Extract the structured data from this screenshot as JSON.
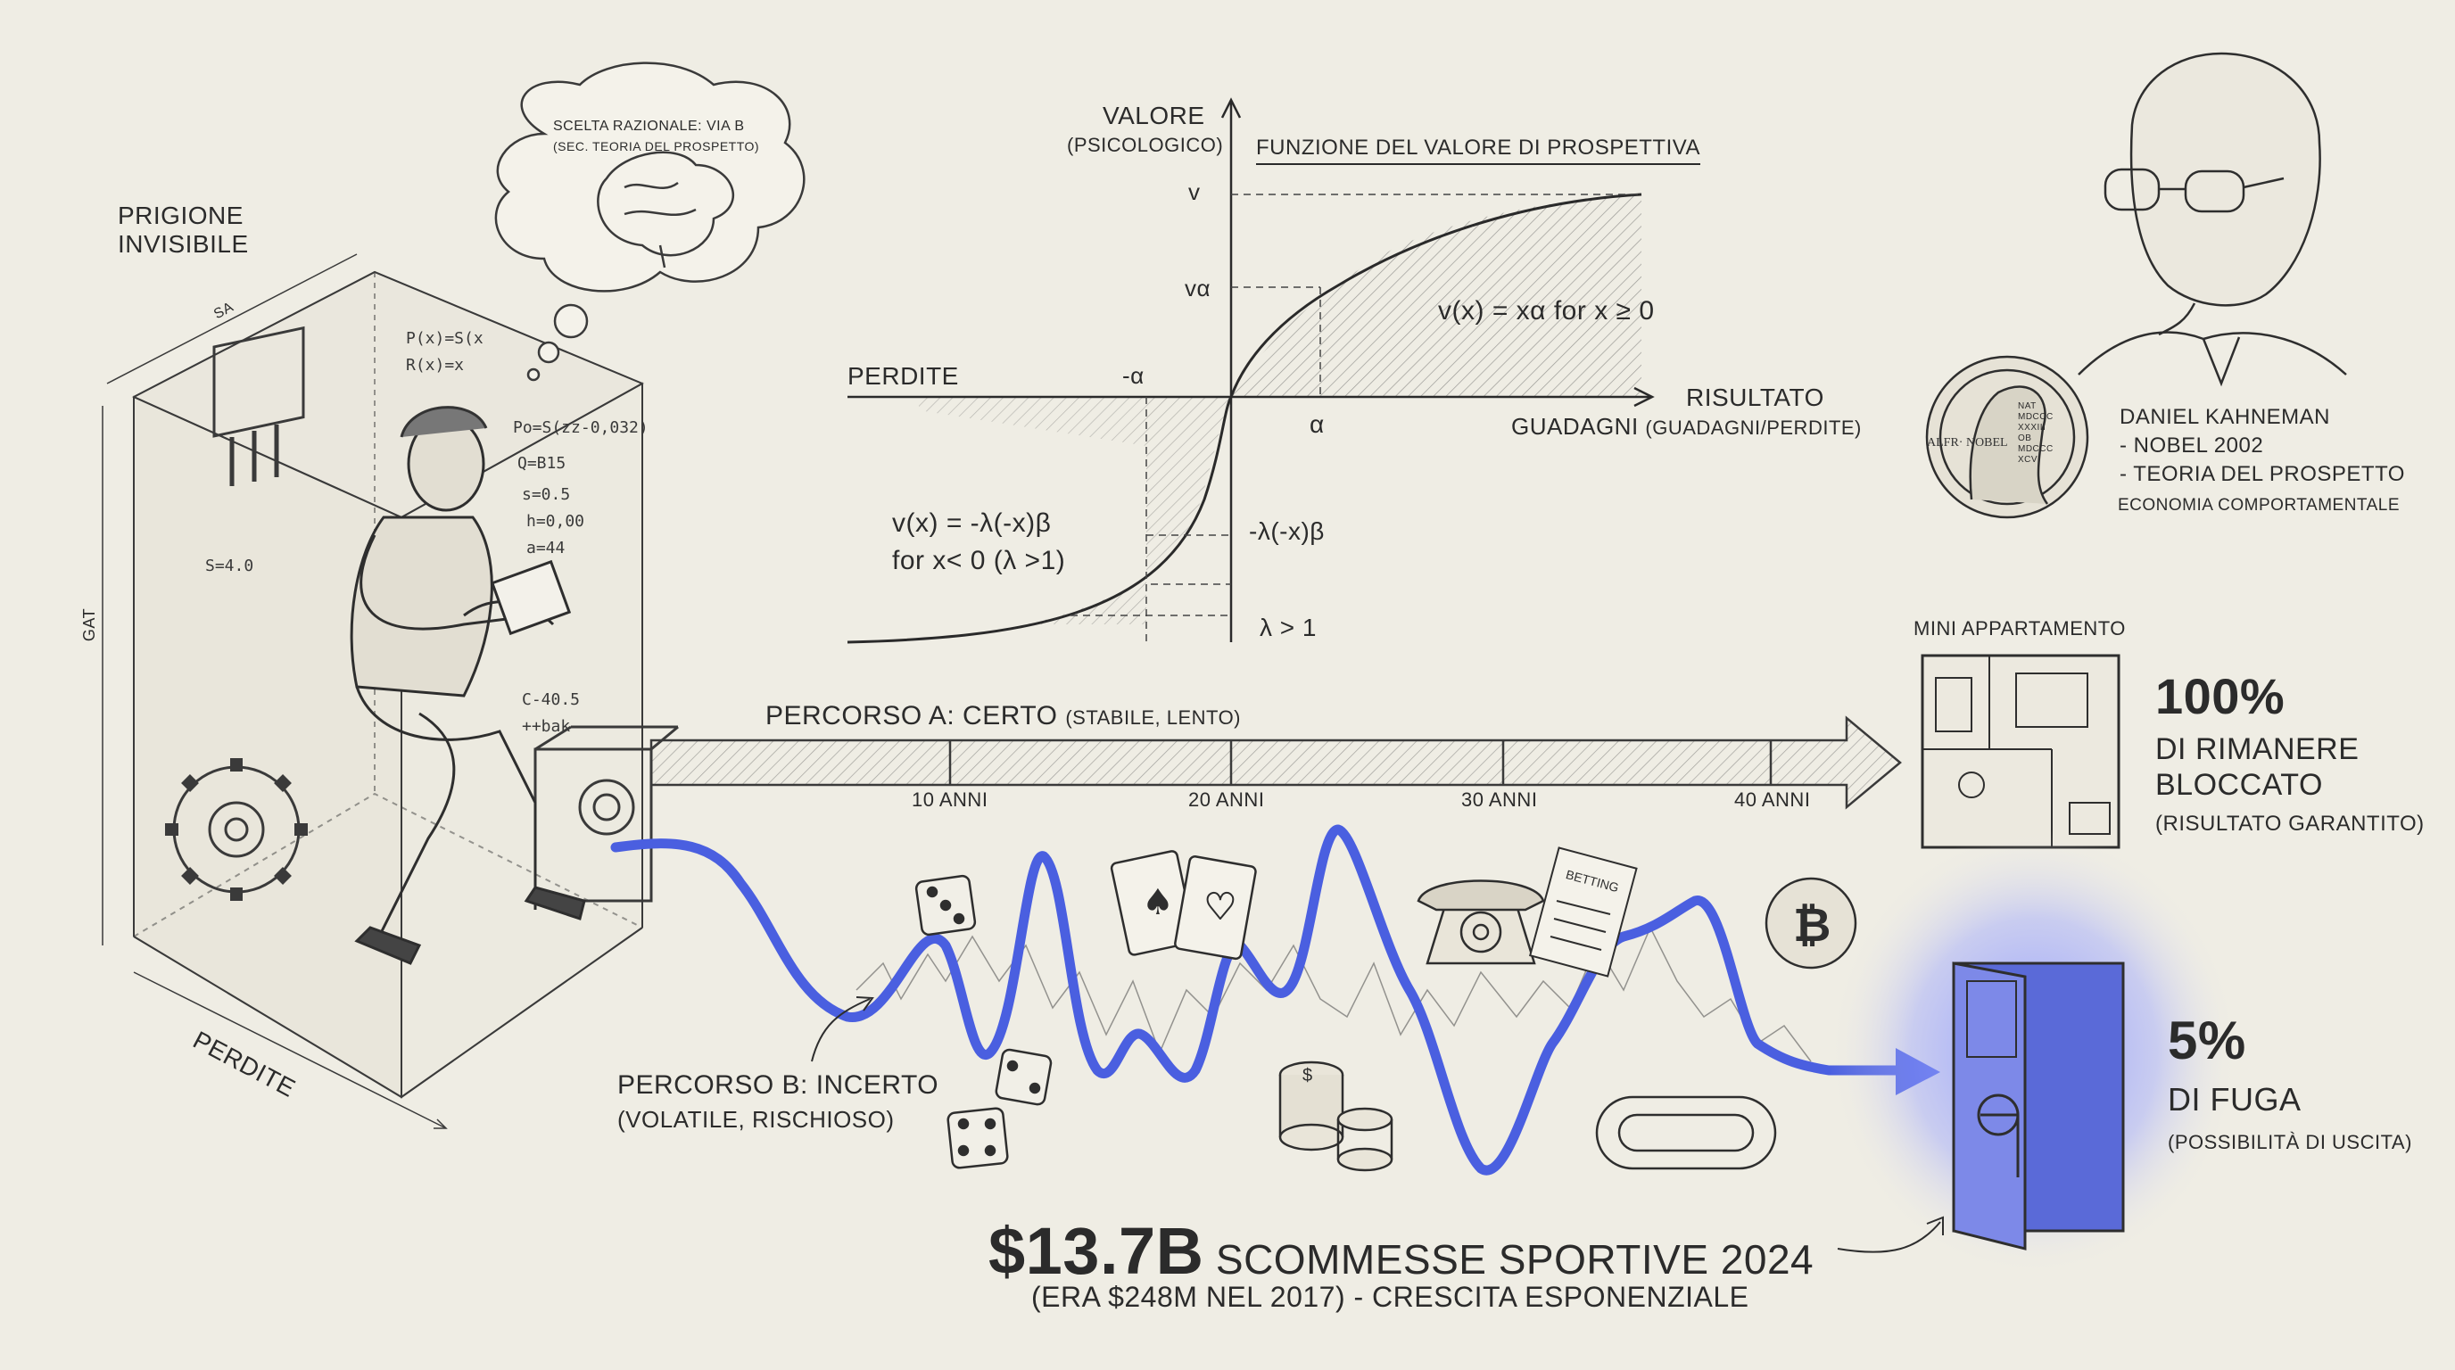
{
  "prison": {
    "title_line1": "PRIGIONE",
    "title_line2": "INVISIBILE",
    "thought_line1": "SCELTA RAZIONALE: VIA B",
    "thought_line2": "(SEC. TEORIA DEL PROSPETTO)",
    "side_mark_top": "SA",
    "side_mark_left": "GAT",
    "bottom_label": "PERDITE",
    "formulas": [
      "P(x)=S(x",
      "R(x)=x",
      "Po=S(zz-0,032)",
      "Q=B15",
      "s=0.5",
      "h=0,00",
      "a=44",
      "C-40.5",
      "++bak",
      "S=4.0"
    ]
  },
  "value_function": {
    "y_axis_title": "VALORE",
    "y_axis_subtitle": "(PSICOLOGICO)",
    "chart_title": "FUNZIONE DEL VALORE DI PROSPETTIVA",
    "x_axis_title": "RISULTATO",
    "x_axis_subtitle_bold": "GUADAGNI",
    "x_axis_subtitle": "(GUADAGNI/PERDITE)",
    "loss_label": "PERDITE",
    "tick_v": "v",
    "tick_valpha": "vα",
    "tick_neg_alpha": "-α",
    "tick_alpha": "α",
    "tick_loss_value": "-λ(-x)β",
    "tick_lambda": "λ > 1",
    "gain_formula": "v(x) = xα  for x ≥ 0",
    "loss_formula_1": "v(x) = -λ(-x)β",
    "loss_formula_2": "for x< 0 (λ >1)"
  },
  "kahneman": {
    "name": "DANIEL KAHNEMAN",
    "line2": "- NOBEL 2002",
    "line3": "- TEORIA DEL PROSPETTO",
    "field": "ECONOMIA COMPORTAMENTALE",
    "medal_left": "ALFR· NOBEL",
    "medal_right": "NAT MDCCC XXXIII OB MDCCC XCVI"
  },
  "path_a": {
    "label_bold": "PERCORSO A: CERTO",
    "label_sub": "(STABILE, LENTO)",
    "ticks": [
      "10 ANNI",
      "20 ANNI",
      "30 ANNI",
      "40 ANNI"
    ],
    "destination_title": "MINI APPARTAMENTO",
    "pct": "100%",
    "pct_line1": "DI RIMANERE",
    "pct_line2": "BLOCCATO",
    "pct_note": "(RISULTATO GARANTITO)"
  },
  "path_b": {
    "label_line1": "PERCORSO B: INCERTO",
    "label_line2": "(VOLATILE, RISCHIOSO)",
    "betting_slip": "BETTING",
    "pct": "5%",
    "pct_line1": "DI FUGA",
    "pct_note": "(POSSIBILITÀ DI USCITA)"
  },
  "stat": {
    "amount": "$13.7B",
    "label": "SCOMMESSE SPORTIVE 2024",
    "note": "(ERA $248M NEL 2017) - CRESCITA ESPONENZIALE"
  },
  "colors": {
    "ink": "#2a2a2a",
    "paper": "#efede4",
    "path_b_blue": "#4a5fe0",
    "glow": "#7f8cff"
  }
}
